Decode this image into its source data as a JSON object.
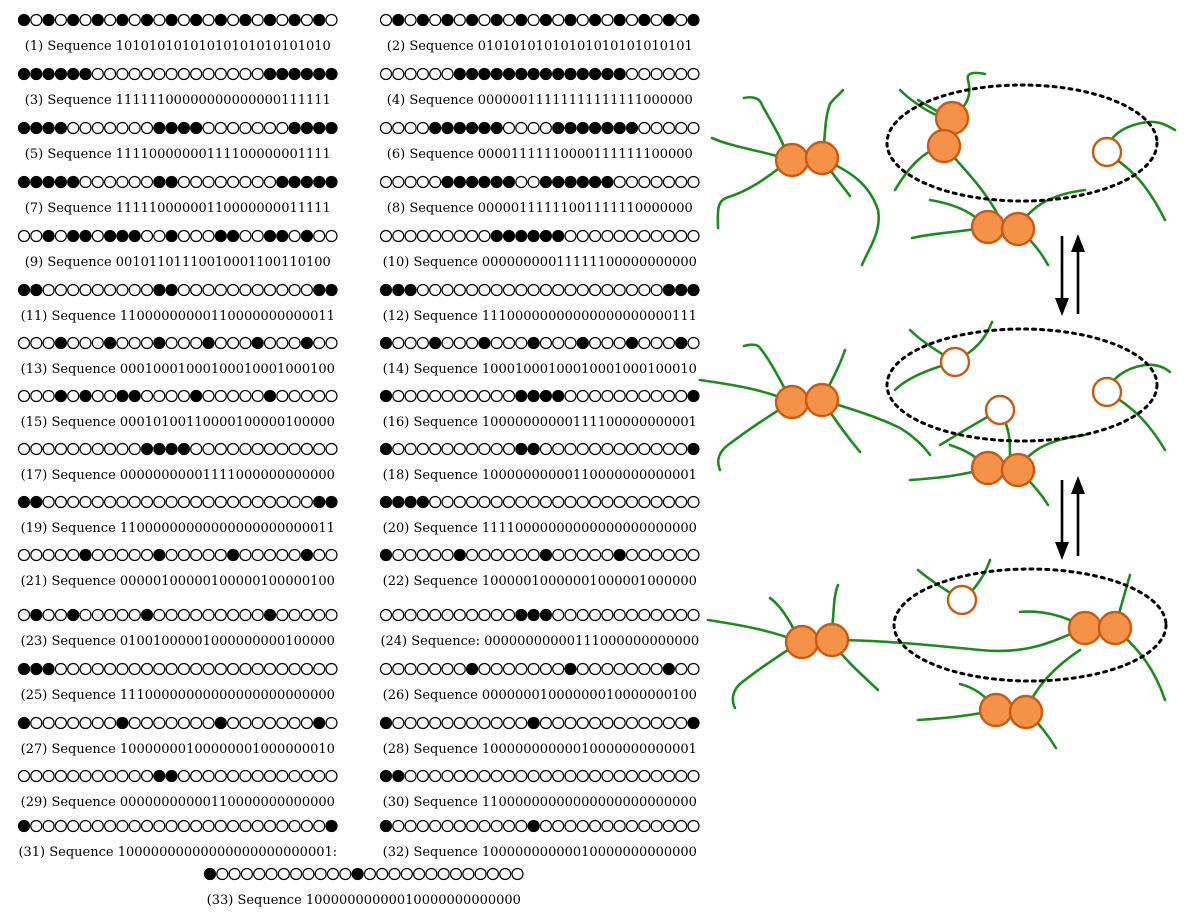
{
  "sequences": [
    {
      "label": "(1) Sequence 10101010101010101010101010",
      "bits": "10101010101010101010101010"
    },
    {
      "label": "(2) Sequence 01010101010101010101010101",
      "bits": "01010101010101010101010101"
    },
    {
      "label": "(3) Sequence 11111100000000000000111111",
      "bits": "11111100000000000000111111"
    },
    {
      "label": "(4) Sequence 00000011111111111111000000",
      "bits": "00000011111111111111000000"
    },
    {
      "label": "(5) Sequence 11110000000111100000001111",
      "bits": "11110000000111100000001111"
    },
    {
      "label": "(6) Sequence 00001111110000111111100000",
      "bits": "00001111110000111111100000"
    },
    {
      "label": "(7) Sequence 11111000000110000000011111",
      "bits": "11111000000110000000011111"
    },
    {
      "label": "(8) Sequence 00000111111001111110000000",
      "bits": "00000111111001111110000000"
    },
    {
      "label": "(9) Sequence 00101101110010001100110100",
      "bits": "00101101110010001100110100"
    },
    {
      "label": "(10) Sequence 00000000011111100000000000",
      "bits": "00000000011111100000000000"
    },
    {
      "label": "(11) Sequence 11000000000110000000000011",
      "bits": "11000000000110000000000011"
    },
    {
      "label": "(12) Sequence 11100000000000000000000111",
      "bits": "11100000000000000000000111"
    },
    {
      "label": "(13) Sequence 00010001000100010001000100",
      "bits": "00010001000100010001000100"
    },
    {
      "label": "(14) Sequence 10001000100010001000100010",
      "bits": "10001000100010001000100010"
    },
    {
      "label": "(15) Sequence 00010100110000100000100000",
      "bits": "00010100110000100000100000"
    },
    {
      "label": "(16) Sequence 10000000000111100000000001",
      "bits": "10000000000111100000000001"
    },
    {
      "label": "(17) Sequence 00000000001111000000000000",
      "bits": "00000000001111000000000000"
    },
    {
      "label": "(18) Sequence 10000000000110000000000001",
      "bits": "10000000000110000000000001"
    },
    {
      "label": "(19) Sequence 11000000000000000000000011",
      "bits": "11000000000000000000000011"
    },
    {
      "label": "(20) Sequence 11110000000000000000000000",
      "bits": "11110000000000000000000000"
    },
    {
      "label": "(21) Sequence 00000100000100000100000100",
      "bits": "00000100000100000100000100"
    },
    {
      "label": "(22) Sequence 10000010000001000001000000",
      "bits": "10000010000001000001000000"
    },
    {
      "label": "(23) Sequence 01001000001000000000100000",
      "bits": "01001000001000000000100000"
    },
    {
      "label": "(24) Sequence: 00000000000111000000000000",
      "bits": "00000000000111000000000000"
    },
    {
      "label": "(25) Sequence 11100000000000000000000000",
      "bits": "11100000000000000000000000"
    },
    {
      "label": "(26) Sequence 00000001000000010000000100",
      "bits": "00000001000000010000000100"
    },
    {
      "label": "(27) Sequence 10000000100000001000000010",
      "bits": "10000000100000001000000010"
    },
    {
      "label": "(28) Sequence 10000000000010000000000001",
      "bits": "10000000000010000000000001"
    },
    {
      "label": "(29) Sequence 00000000000110000000000000",
      "bits": "00000000000110000000000000"
    },
    {
      "label": "(30) Sequence 11000000000000000000000000",
      "bits": "11000000000000000000000000"
    },
    {
      "label": "(31) Sequence 10000000000000000000000001:",
      "bits": "10000000000000000000000001"
    },
    {
      "label": "(32) Sequence 10000000000010000000000000",
      "bits": "10000000000010000000000000"
    },
    {
      "label": "(33) Sequence 10000000000010000000000000",
      "bits": "10000000000010000000000000"
    }
  ],
  "colors": {
    "chain": "#1f8a1f",
    "sticker_fill": "#f4924a",
    "sticker_stroke": "#c85a14",
    "bead_filled": "#000000",
    "bead_empty": "#ffffff"
  },
  "schematic": {
    "panels": [
      "initial-state",
      "intermediate-state",
      "final-state"
    ],
    "arrows": [
      "equilibrium-arrows-top",
      "equilibrium-arrows-bottom"
    ]
  }
}
